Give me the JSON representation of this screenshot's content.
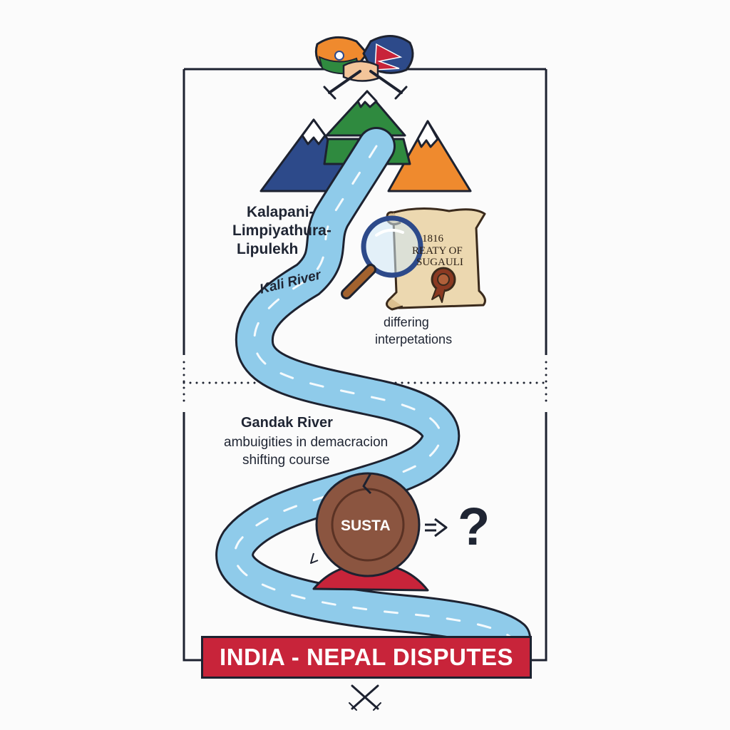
{
  "labels": {
    "region": [
      "Kalapani-",
      "Limpiyathura-",
      "Lipulekh"
    ],
    "kali_river": "Kali River",
    "treaty_year": "1816",
    "treaty_line2": "REATY OF",
    "treaty_line3": "SUGAULI",
    "differing_1": "differing",
    "differing_2": "interpetations",
    "gandak_river": "Gandak River",
    "ambiguities": "ambuigities in demacracion",
    "shifting": "shifting course",
    "susta": "SUSTA",
    "question_mark": "?",
    "title": "INDIA - NEPAL DISPUTES"
  },
  "icons": [
    "handshake-flags-icon",
    "crossed-swords-icon",
    "mountain-icon",
    "magnifier-icon",
    "treaty-scroll-icon",
    "cracked-globe-icon",
    "arrow-right-icon"
  ],
  "colors": {
    "river": "#8fcbea",
    "mountain_blue": "#2d4a8a",
    "mountain_green": "#2f8a3f",
    "mountain_orange": "#ef8a2e",
    "banner": "#c8243a",
    "susta_globe": "#8b5540",
    "base_red": "#c8243a",
    "scroll": "#ecd8b0"
  }
}
